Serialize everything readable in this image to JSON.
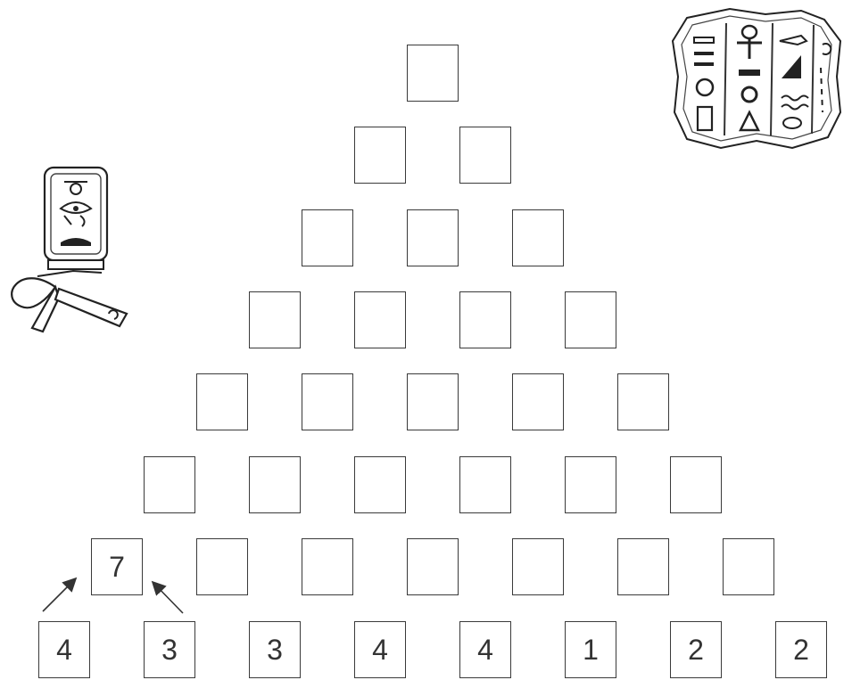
{
  "puzzle": {
    "rows": [
      [
        ""
      ],
      [
        "",
        ""
      ],
      [
        "",
        "",
        ""
      ],
      [
        "",
        "",
        "",
        ""
      ],
      [
        "",
        "",
        "",
        "",
        ""
      ],
      [
        "",
        "",
        "",
        "",
        "",
        ""
      ],
      [
        "7",
        "",
        "",
        "",
        "",
        "",
        ""
      ],
      [
        "4",
        "3",
        "3",
        "4",
        "4",
        "1",
        "2",
        "2"
      ]
    ]
  },
  "decorations": {
    "top_right": "hieroglyph-tablet-icon",
    "left": "cartouche-ankh-icon",
    "example_arrows": "arrow-icon"
  }
}
